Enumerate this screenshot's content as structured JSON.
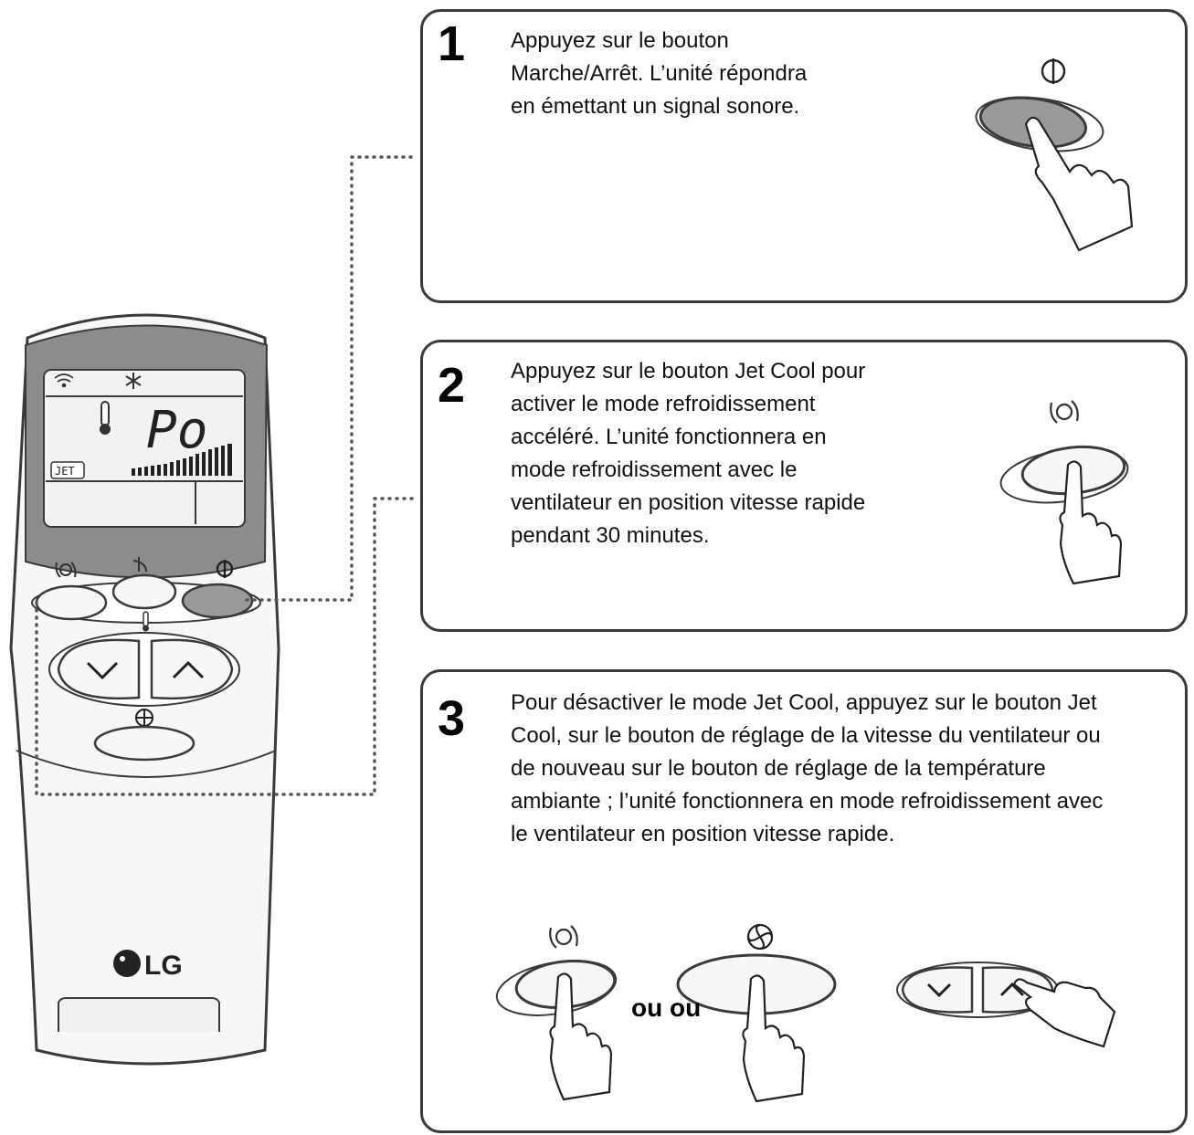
{
  "steps": [
    {
      "number": "1",
      "lines": [
        "Appuyez sur le bouton",
        "Marche/Arrêt. L’unité répondra",
        "en émettant un signal sonore."
      ]
    },
    {
      "number": "2",
      "lines": [
        "Appuyez sur le bouton Jet Cool pour",
        "activer le mode refroidissement",
        "accéléré. L’unité fonctionnera en",
        "mode refroidissement avec le",
        "ventilateur en position vitesse rapide",
        "pendant 30 minutes."
      ]
    },
    {
      "number": "3",
      "lines": [
        "Pour désactiver le mode Jet Cool, appuyez sur le bouton Jet",
        "Cool, sur le bouton de réglage de la vitesse du ventilateur ou",
        "de nouveau sur le bouton de réglage de la température",
        "ambiante ; l’unité fonctionnera en mode refroidissement avec",
        "le ventilateur en position vitesse rapide."
      ]
    }
  ],
  "or_label": "ou ou",
  "remote": {
    "display_mode": "Po",
    "jet_label": "JET",
    "brand": "LG"
  },
  "colors": {
    "outline": "#3a3a3a",
    "button_gray": "#9a9a9a",
    "display_frame": "#8c8c8c",
    "screen": "#f2f2f2"
  },
  "icons": [
    "power-icon",
    "jet-cool-icon",
    "fan-speed-icon",
    "temperature-icon",
    "swing-icon",
    "wifi-icon",
    "snowflake-icon",
    "chevron-down-icon",
    "chevron-up-icon",
    "hand-pointer-icon",
    "lg-logo-icon"
  ]
}
